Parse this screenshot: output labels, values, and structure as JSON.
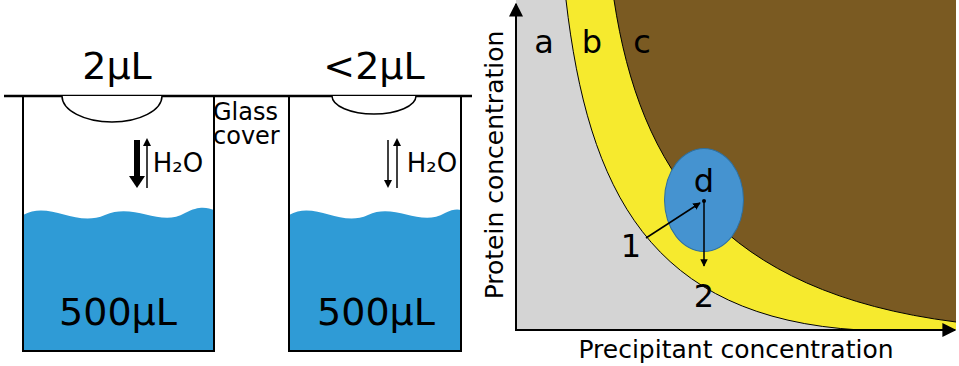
{
  "diagram": {
    "nodes": [
      {
        "text": [
          "d"
        ]
      }
    ],
    "labels": [
      "2µL",
      "Glass cover",
      "H₂O",
      "500µL",
      "<2µL",
      "H₂O",
      "500µL",
      "a",
      "b",
      "c",
      "1",
      "2",
      "Protein concentration",
      "Precipitant concentration"
    ]
  }
}
